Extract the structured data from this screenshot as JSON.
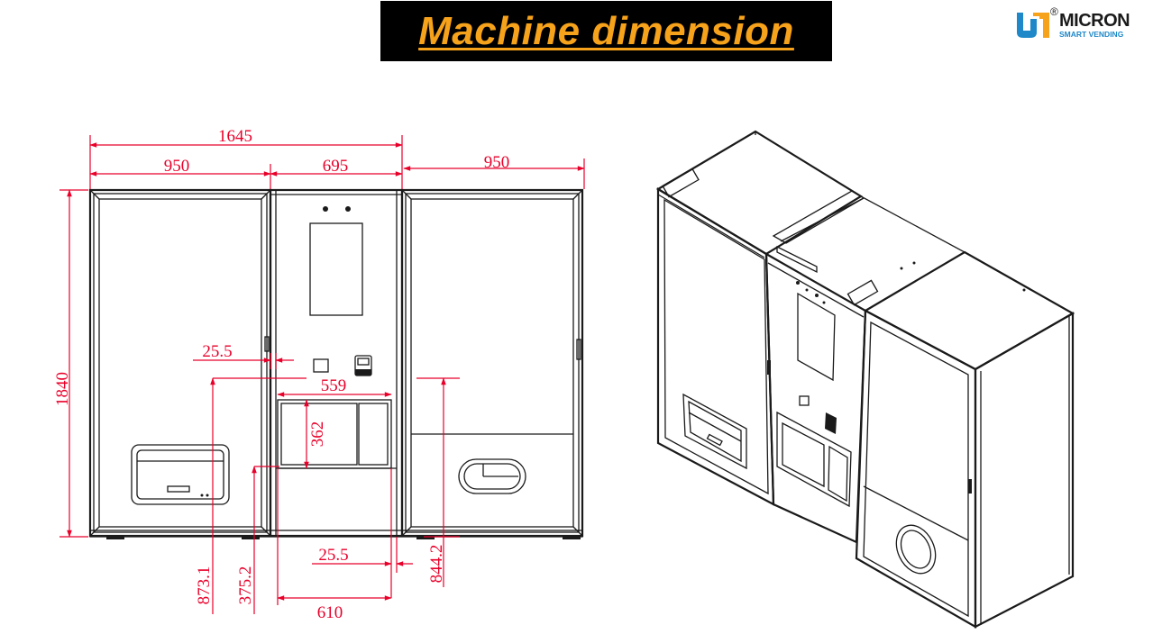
{
  "title": "Machine dimension",
  "logo": {
    "brand": "MICRON",
    "tagline": "SMART VENDING",
    "registered_mark": "®",
    "mark_color": "#1e88c8"
  },
  "colors": {
    "title_bar_background": "#000000",
    "title_text": "#f7a21b",
    "dimension_lines": "#e8002a",
    "drawing_lines": "#1a1a1a"
  },
  "dimensions": {
    "overall_width": "1645",
    "left_cabinet_width": "950",
    "center_cabinet_width": "695",
    "right_cabinet_width": "950",
    "overall_height": "1840",
    "side_offset_top": "25.5",
    "pickup_width": "559",
    "pickup_height": "362",
    "left_pickup_height": "873.1",
    "center_pickup_height": "375.2",
    "side_offset_bottom": "25.5",
    "right_pickup_height": "844.2",
    "base_width": "610"
  }
}
